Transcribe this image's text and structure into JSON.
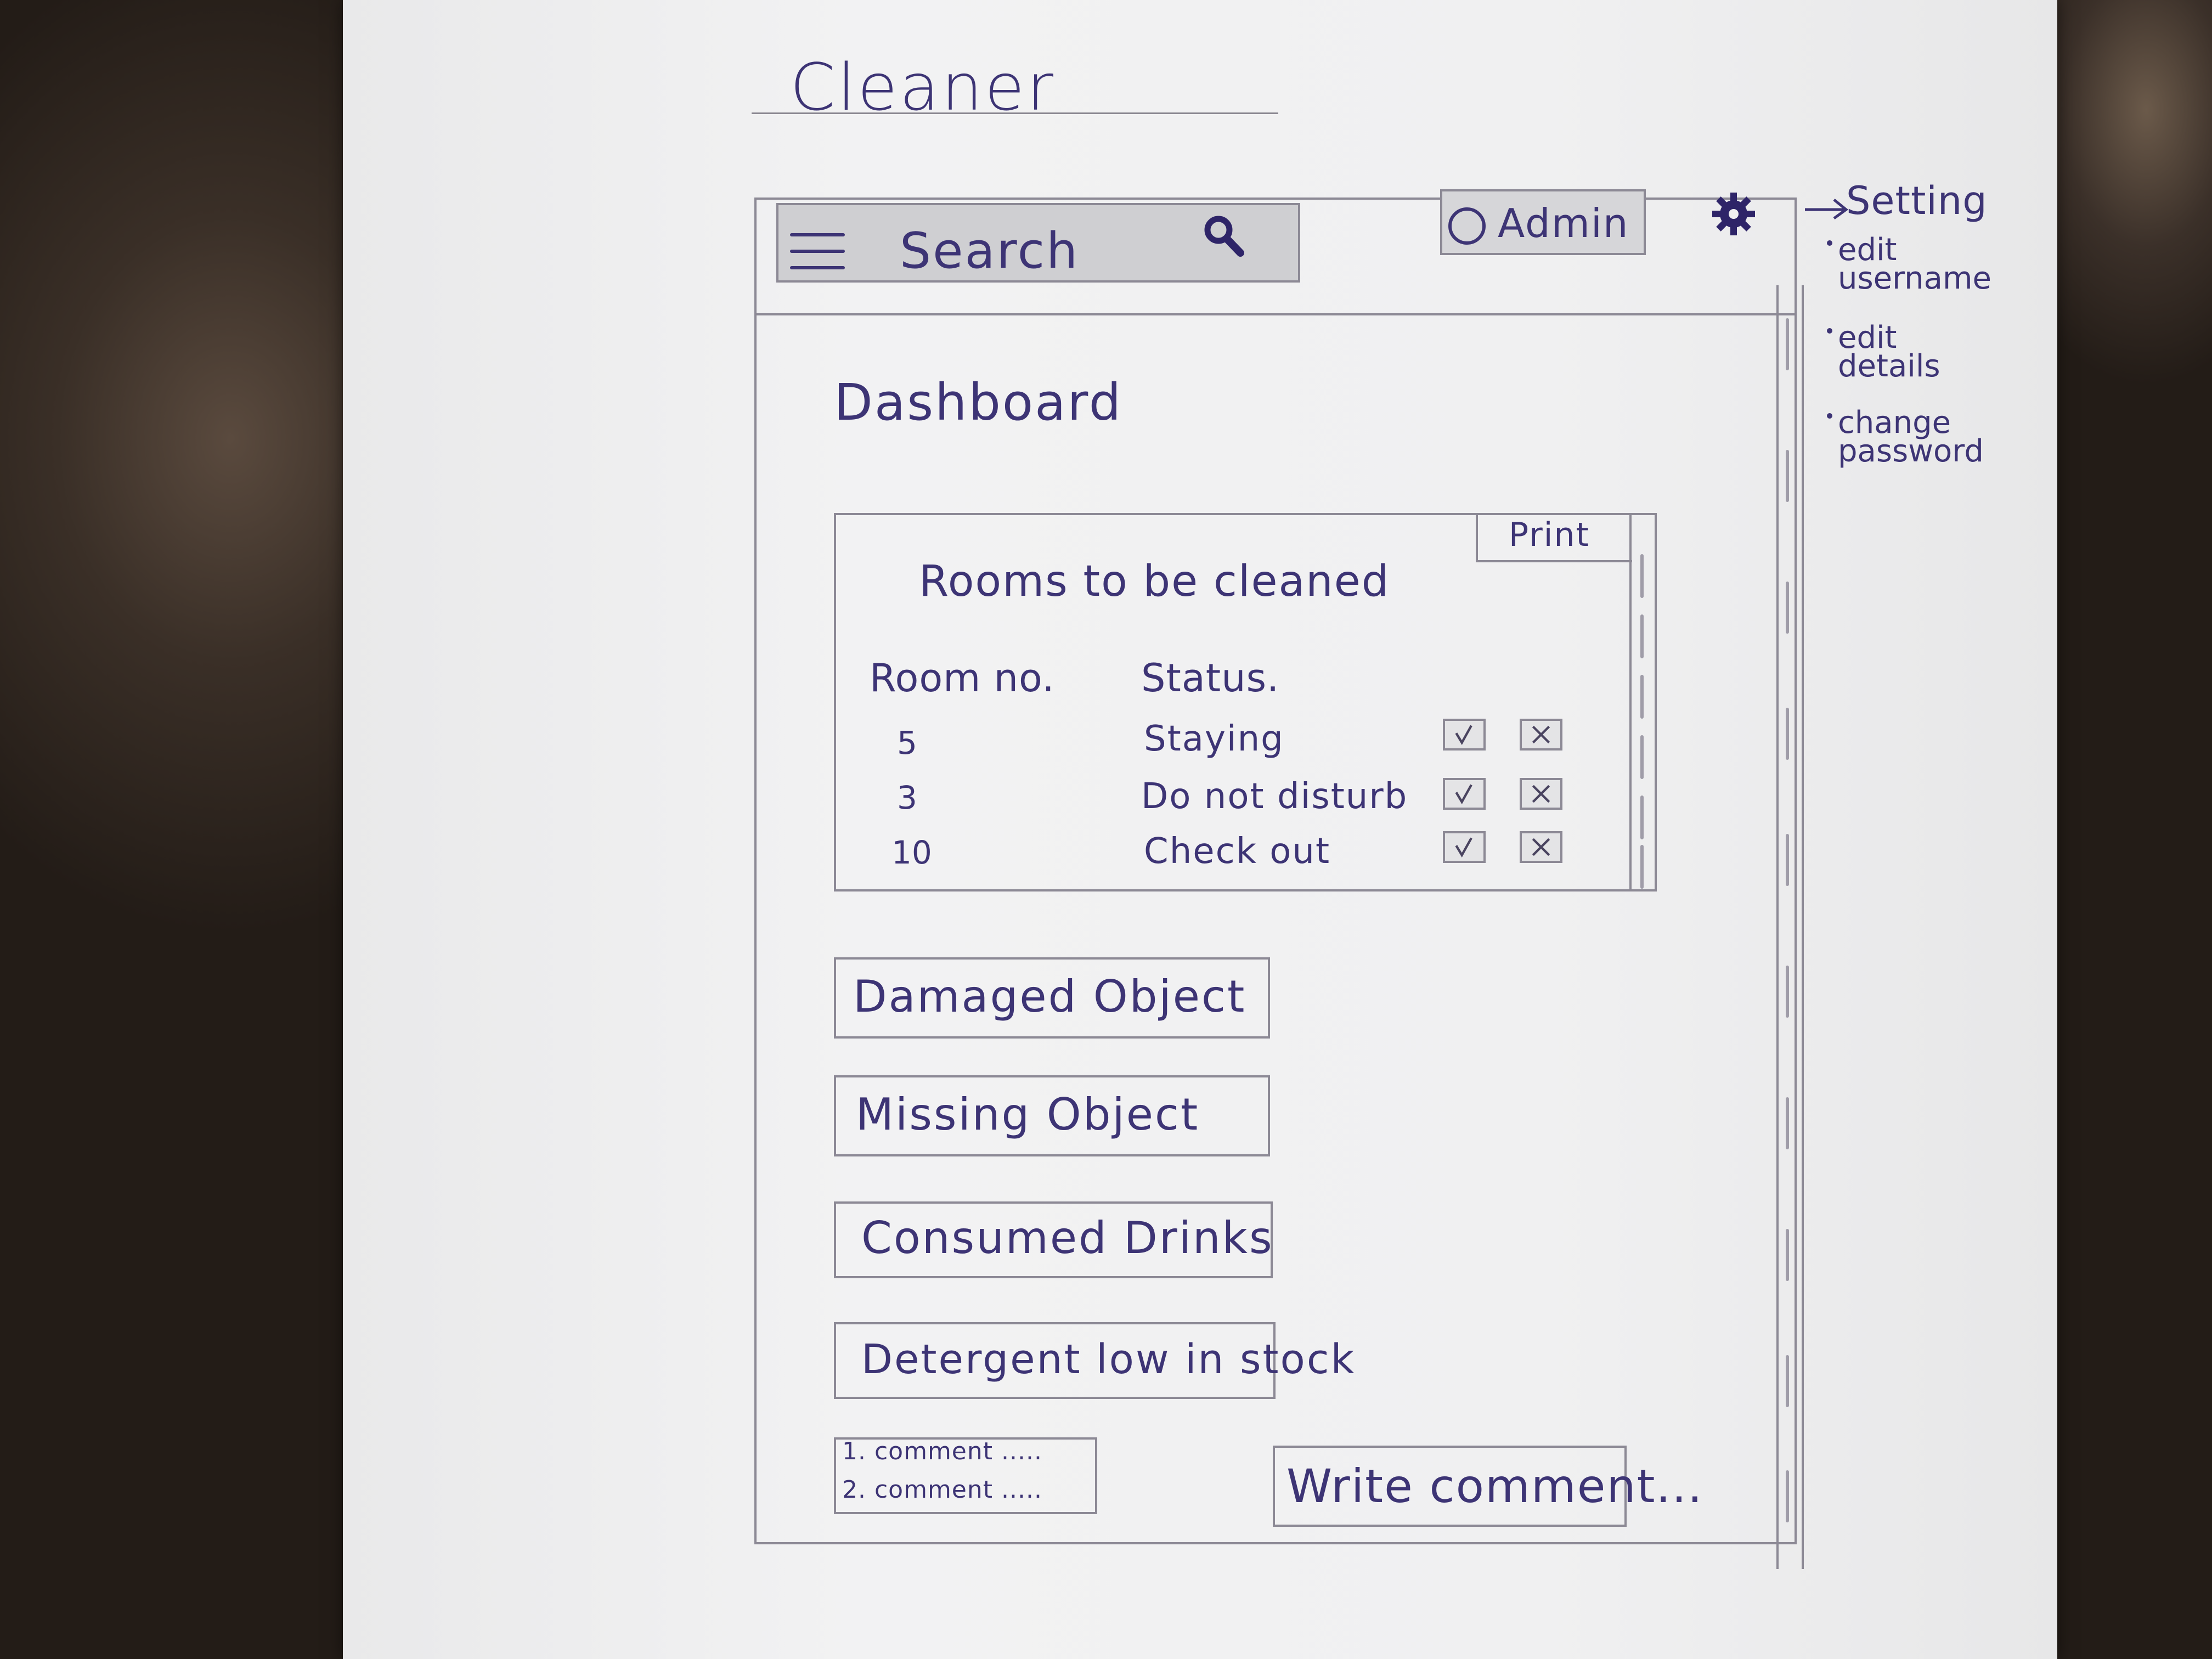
{
  "sheet": {
    "title": "Cleaner"
  },
  "header": {
    "search_placeholder": "Search",
    "admin_label": "Admin",
    "icons": {
      "menu": "hamburger-menu-icon",
      "search": "search-icon",
      "user": "user-circle-icon",
      "settings": "gear-icon"
    }
  },
  "settings_note": {
    "title": "Setting",
    "items": [
      "edit username",
      "edit details",
      "change password"
    ]
  },
  "dashboard": {
    "title": "Dashboard",
    "rooms_panel": {
      "title": "Rooms to be cleaned",
      "print_label": "Print",
      "columns": [
        "Room no.",
        "Status."
      ],
      "rows": [
        {
          "room": "5",
          "status": "Staying"
        },
        {
          "room": "3",
          "status": "Do not disturb"
        },
        {
          "room": "10",
          "status": "Check out"
        }
      ]
    },
    "actions": [
      "Damaged Object",
      "Missing Object",
      "Consumed Drinks",
      "Detergent low in stock"
    ],
    "comments": [
      "1. comment .....",
      "2. comment ....."
    ],
    "write_comment_label": "Write comment..."
  },
  "colors": {
    "ink": "#3d3475",
    "pencil": "#8c8995",
    "paper": "#f0f0f1",
    "table": "#2e2620"
  }
}
